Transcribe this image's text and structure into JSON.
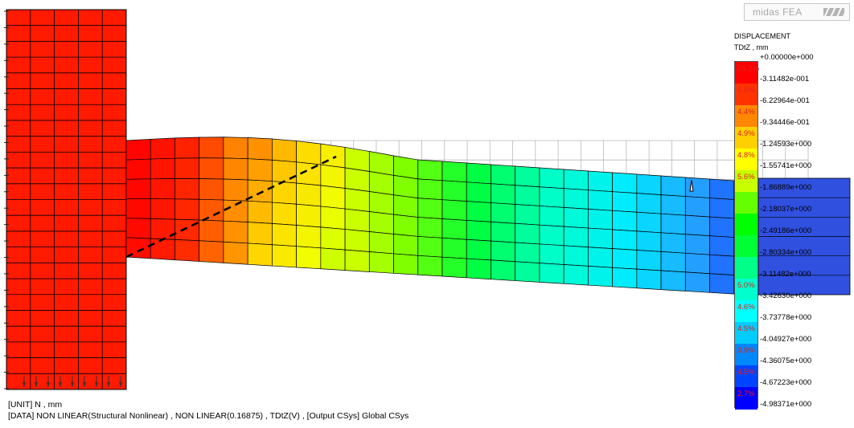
{
  "logo": {
    "text": "midas FEA",
    "icon": "midas-logo-icon"
  },
  "legend": {
    "title": "DISPLACEMENT",
    "subtitle": "TDtZ , mm",
    "values": [
      "+0.00000e+000",
      "-3.11482e-001",
      "-6.22964e-001",
      "-9.34446e-001",
      "-1.24593e+000",
      "-1.55741e+000",
      "-1.86889e+000",
      "-2.18037e+000",
      "-2.49186e+000",
      "-2.80334e+000",
      "-3.11482e+000",
      "-3.42630e+000",
      "-3.73778e+000",
      "-4.04927e+000",
      "-4.36075e+000",
      "-4.67223e+000",
      "-4.98371e+000"
    ],
    "percents": [
      "25.2%",
      "5.5%",
      "4.4%",
      "4.9%",
      "4.8%",
      "5.6%",
      "",
      "",
      "",
      "",
      "5.0%",
      "4.6%",
      "4.5%",
      "3.9%",
      "4.5%",
      "2.7%"
    ],
    "colors": [
      "#ff0000",
      "#ff3300",
      "#ff8800",
      "#ffd000",
      "#ffff00",
      "#c8ff00",
      "#66ff00",
      "#00ff00",
      "#00ff33",
      "#00ff88",
      "#00ffcc",
      "#00ffff",
      "#00ccff",
      "#0088ff",
      "#0044ff",
      "#0000ff"
    ]
  },
  "info": {
    "line1": "[UNIT] N , mm",
    "line2": "[DATA] NON LINEAR(Structural Nonlinear) , NON LINEAR(0.16875) , TDtZ(V) , [Output CSys] Global CSys"
  }
}
